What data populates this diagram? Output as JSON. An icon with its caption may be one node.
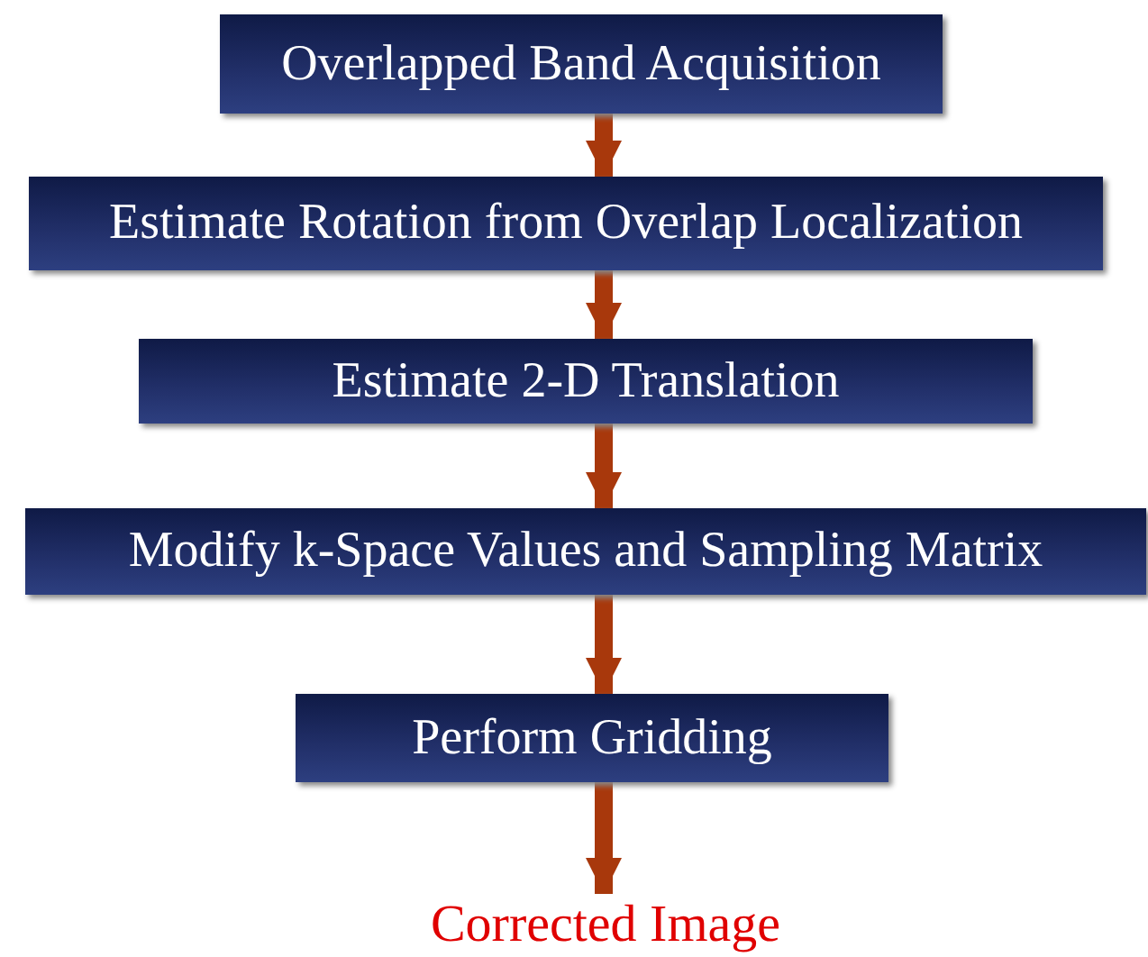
{
  "diagram": {
    "nodes": [
      {
        "text": [
          "Overlapped Band Acquisition"
        ]
      },
      {
        "text": [
          "Estimate Rotation from Overlap Localization"
        ]
      },
      {
        "text": [
          "Estimate 2-D Translation"
        ]
      },
      {
        "text": [
          "Modify k-Space Values and Sampling Matrix"
        ]
      },
      {
        "text": [
          "Perform Gridding"
        ]
      },
      {
        "text": [
          "Corrected Image"
        ]
      }
    ],
    "edges": [
      {
        "from": 0,
        "to": 1,
        "arrow": "to"
      },
      {
        "from": 1,
        "to": 2,
        "arrow": "to"
      },
      {
        "from": 2,
        "to": 3,
        "arrow": "to"
      },
      {
        "from": 3,
        "to": 4,
        "arrow": "to"
      },
      {
        "from": 4,
        "to": 5,
        "arrow": "to"
      }
    ]
  }
}
